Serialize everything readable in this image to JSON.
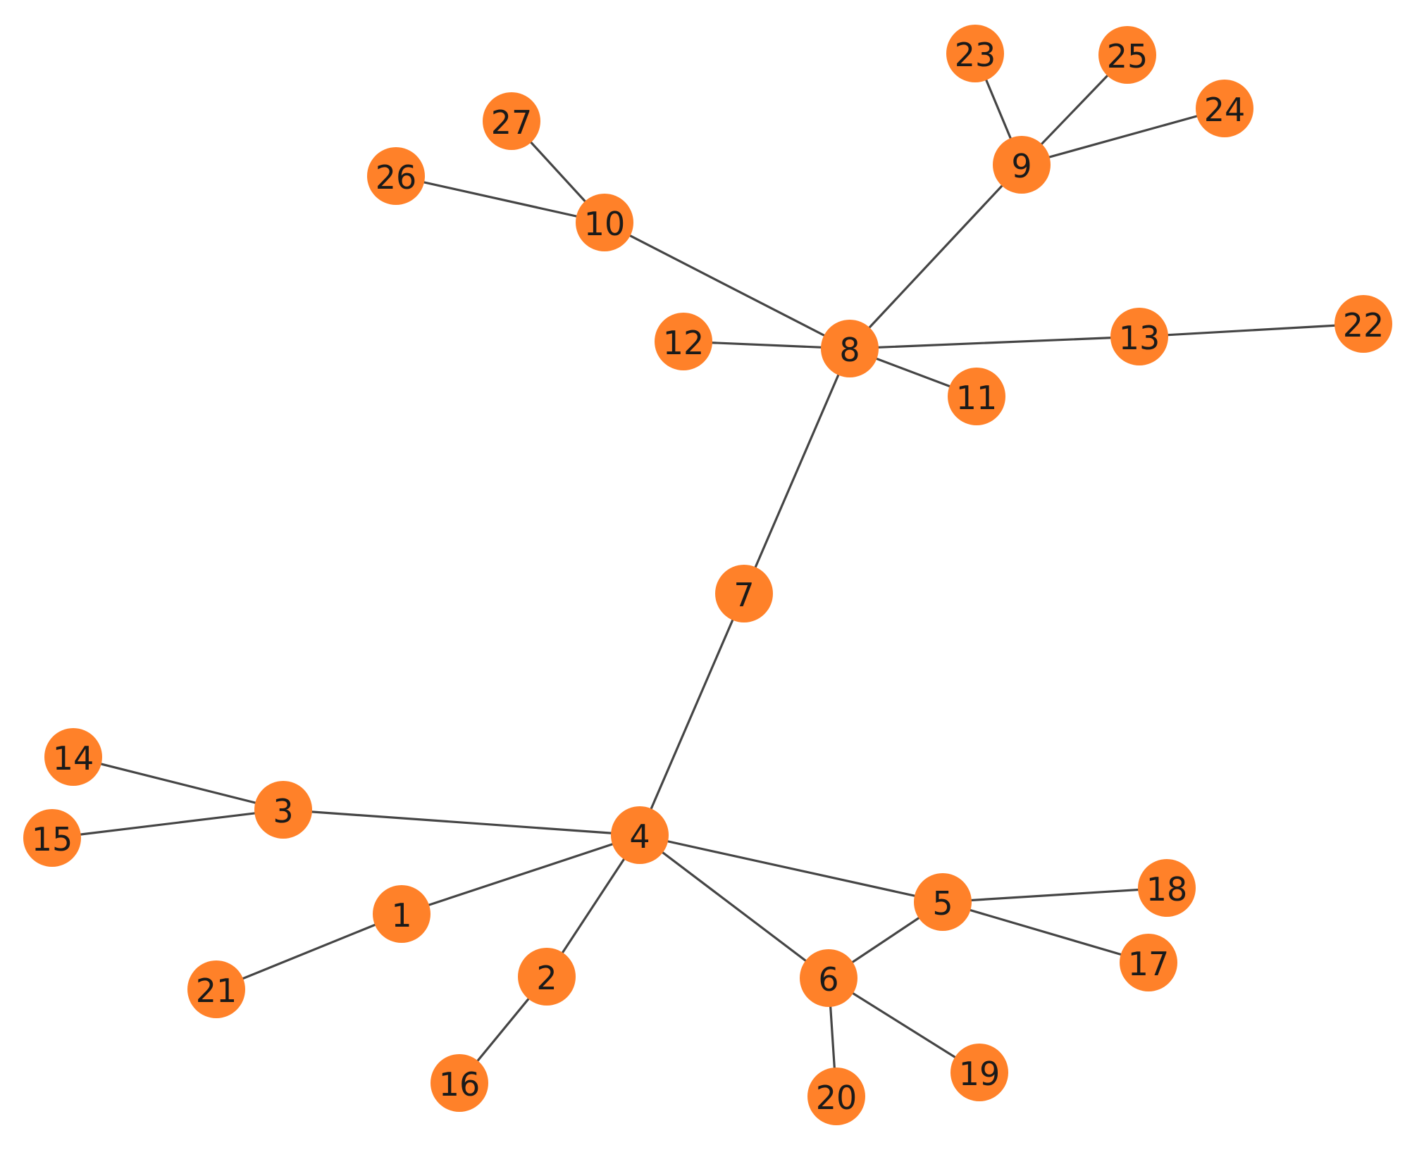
{
  "graph": {
    "node_color": "#FF8129",
    "edge_color": "#454545",
    "label_color": "#1a1a1a",
    "nodes": [
      {
        "id": "1",
        "label": "1"
      },
      {
        "id": "2",
        "label": "2"
      },
      {
        "id": "3",
        "label": "3"
      },
      {
        "id": "4",
        "label": "4"
      },
      {
        "id": "5",
        "label": "5"
      },
      {
        "id": "6",
        "label": "6"
      },
      {
        "id": "7",
        "label": "7"
      },
      {
        "id": "8",
        "label": "8"
      },
      {
        "id": "9",
        "label": "9"
      },
      {
        "id": "10",
        "label": "10"
      },
      {
        "id": "11",
        "label": "11"
      },
      {
        "id": "12",
        "label": "12"
      },
      {
        "id": "13",
        "label": "13"
      },
      {
        "id": "14",
        "label": "14"
      },
      {
        "id": "15",
        "label": "15"
      },
      {
        "id": "16",
        "label": "16"
      },
      {
        "id": "17",
        "label": "17"
      },
      {
        "id": "18",
        "label": "18"
      },
      {
        "id": "19",
        "label": "19"
      },
      {
        "id": "20",
        "label": "20"
      },
      {
        "id": "21",
        "label": "21"
      },
      {
        "id": "22",
        "label": "22"
      },
      {
        "id": "23",
        "label": "23"
      },
      {
        "id": "24",
        "label": "24"
      },
      {
        "id": "25",
        "label": "25"
      },
      {
        "id": "26",
        "label": "26"
      },
      {
        "id": "27",
        "label": "27"
      }
    ],
    "edges": [
      [
        "4",
        "7"
      ],
      [
        "7",
        "8"
      ],
      [
        "8",
        "9"
      ],
      [
        "8",
        "10"
      ],
      [
        "8",
        "12"
      ],
      [
        "8",
        "11"
      ],
      [
        "8",
        "13"
      ],
      [
        "13",
        "22"
      ],
      [
        "9",
        "23"
      ],
      [
        "9",
        "25"
      ],
      [
        "9",
        "24"
      ],
      [
        "10",
        "27"
      ],
      [
        "10",
        "26"
      ],
      [
        "4",
        "3"
      ],
      [
        "3",
        "14"
      ],
      [
        "3",
        "15"
      ],
      [
        "4",
        "1"
      ],
      [
        "1",
        "21"
      ],
      [
        "4",
        "2"
      ],
      [
        "2",
        "16"
      ],
      [
        "4",
        "5"
      ],
      [
        "4",
        "6"
      ],
      [
        "5",
        "6"
      ],
      [
        "5",
        "18"
      ],
      [
        "5",
        "17"
      ],
      [
        "6",
        "20"
      ],
      [
        "6",
        "19"
      ]
    ]
  }
}
